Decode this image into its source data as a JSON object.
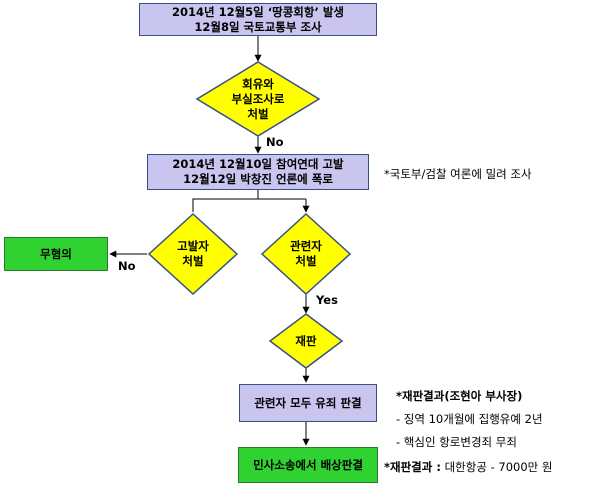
{
  "boxes": {
    "start": {
      "line1": "2014년 12월5일 ‘땅콩회항’ 발생",
      "line2": "12월8일 국토교통부 조사"
    },
    "report": {
      "line1": "2014년 12월10일 참여연대 고발",
      "line2": "12월12일 박창진 언론에 폭로"
    },
    "no_charge": "무혐의",
    "verdict": "관련자 모두 유죄 판결",
    "civil": "민사소송에서 배상판결"
  },
  "diamonds": {
    "cover_up": {
      "line1": "회유와",
      "line2": "부실조사로",
      "line3": "처벌"
    },
    "accuser": {
      "line1": "고발자",
      "line2": "처벌"
    },
    "related": {
      "line1": "관련자",
      "line2": "처벌"
    },
    "trial": {
      "line1": "재판"
    }
  },
  "edge_labels": {
    "no_1": "No",
    "no_2": "No",
    "yes": "Yes"
  },
  "notes": {
    "pressure": "*국토부/검찰 여론에 밀려 조사",
    "trial_result_title": "*재판결과(조현아 부사장)",
    "trial_result_1": "- 징역 10개월에 집행유예 2년",
    "trial_result_2": "- 핵심인 항로변경죄 무죄",
    "civil_prefix": "*재판결과 :",
    "civil_detail": " 대한항공 - 7000만 원"
  },
  "colors": {
    "box_blue": "#c9c5ee",
    "box_green": "#2fd230",
    "diamond_yellow": "#ffff00",
    "border": "#3a4f8a"
  }
}
